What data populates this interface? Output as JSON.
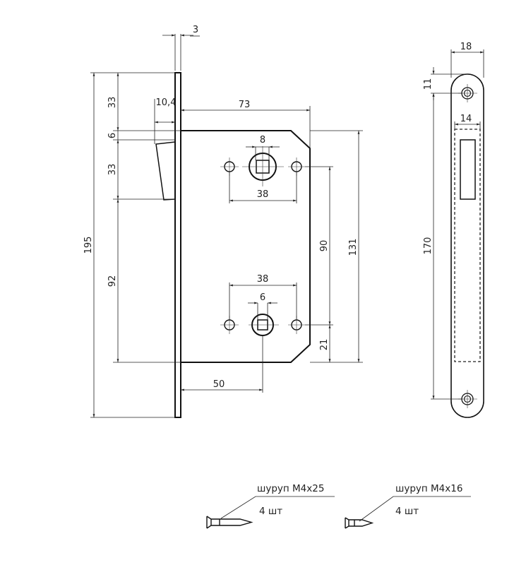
{
  "lock_body": {
    "dims": {
      "faceplate_thickness": "3",
      "overall_height": "195",
      "top_to_body": "33",
      "body_to_latch": "6",
      "latch_height": "33",
      "latch_to_bottom": "92",
      "latch_projection": "10,4",
      "body_depth": "73",
      "spindle_square_upper": "8",
      "hole_spacing_upper": "38",
      "spindle_spacing": "90",
      "body_height": "131",
      "hole_spacing_lower": "38",
      "spindle_square_lower": "6",
      "lower_to_bottom": "21",
      "backset": "50"
    }
  },
  "strike_plate": {
    "dims": {
      "width": "18",
      "edge_to_hole": "11",
      "slot_width": "14",
      "hole_spacing": "170"
    }
  },
  "screws": [
    {
      "label": "шуруп М4х25",
      "quantity": "4 шт"
    },
    {
      "label": "шуруп М4х16",
      "quantity": "4 шт"
    }
  ]
}
